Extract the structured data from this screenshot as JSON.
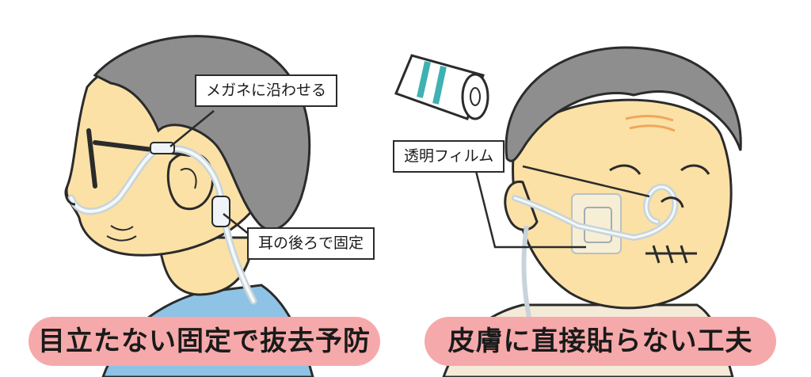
{
  "left_panel": {
    "callout_glasses": "メガネに沿わせる",
    "callout_ear": "耳の後ろで固定",
    "banner": "目立たない固定で抜去予防"
  },
  "right_panel": {
    "callout_film": "透明フィルム",
    "banner": "皮膚に直接貼らない工夫"
  },
  "colors": {
    "skin": "#fbe1a6",
    "hair": "#8e8e8e",
    "shirt_left": "#8ec3e6",
    "shirt_right": "#f3ead8",
    "banner": "#f6a9aa",
    "tube": "#dfe9ee",
    "film_stripe": "#3fb1b3"
  }
}
